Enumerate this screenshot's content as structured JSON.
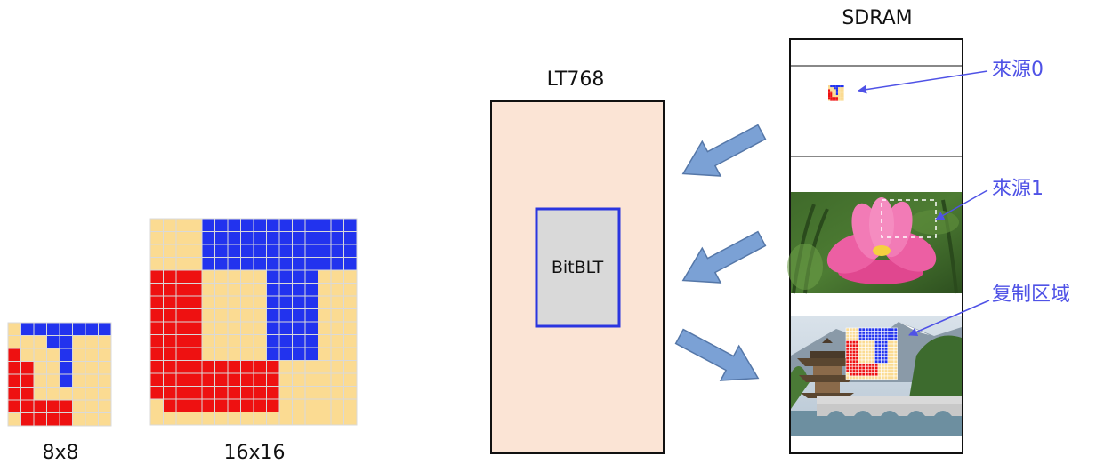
{
  "labels": {
    "grid8": "8x8",
    "grid16": "16x16",
    "lt768": "LT768",
    "bitblt": "BitBLT",
    "sdram": "SDRAM",
    "source0": "來源0",
    "source1": "來源1",
    "copy_region": "复制区域"
  },
  "colors": {
    "red": "#ee1111",
    "blue": "#2233ee",
    "yellow": "#fbdb92",
    "grid_line": "#d9d9d9",
    "block_fill": "#fbe4d5",
    "bitblt_fill": "#d9d9d9",
    "bitblt_border": "#2a35e0",
    "arrow_fill": "#7ba1d5",
    "arrow_stroke": "#5577a8",
    "callout": "#4f52e6"
  },
  "pattern8": [
    "YBBBBBBB",
    "YYYBBYYY",
    "RYYYBYYY",
    "RRYYBYYY",
    "RRYYBYYY",
    "RRYYYYYY",
    "RRRRRYYY",
    "YRRRRYYY"
  ],
  "pattern16": [
    "YYYYBBBBBBBBBBBB",
    "YYYYBBBBBBBBBBBB",
    "YYYYBBBBBBBBBBBB",
    "YYYYBBBBBBBBBBBB",
    "RRRRYYYYYBBBBYYY",
    "RRRRYYYYYBBBBYYY",
    "RRRRYYYYYBBBBYYY",
    "RRRRYYYYYBBBBYYY",
    "RRRRYYYYYBBBBYYY",
    "RRRRYYYYYBBBBYYY",
    "RRRRYYYYYBBBBYYY",
    "RRRRRRRRRRYYYYYY",
    "RRRRRRRRRRYYYYYY",
    "RRRRRRRRRRYYYYYY",
    "YRRRRRRRRRYYYYYY",
    "YYYYYYYYYYYYYYYY"
  ]
}
